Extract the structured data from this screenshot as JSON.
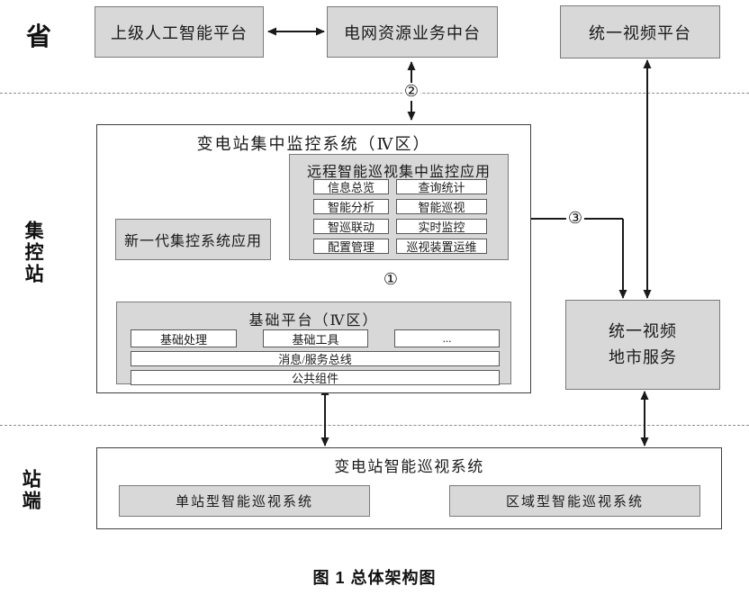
{
  "zones": {
    "province": "省",
    "control_station": "集控站",
    "station": "站端"
  },
  "top_row": {
    "ai_platform": "上级人工智能平台",
    "grid_middle_platform": "电网资源业务中台",
    "unified_video_platform": "统一视频平台"
  },
  "monitor_system": {
    "title": "变电站集中监控系统（Ⅳ区）",
    "patrol_app": {
      "title": "远程智能巡视集中监控应用",
      "modules": [
        "信息总览",
        "查询统计",
        "智能分析",
        "智能巡视",
        "智巡联动",
        "实时监控",
        "配置管理",
        "巡视装置运维"
      ]
    },
    "next_gen_app": "新一代集控系统应用",
    "base_platform": {
      "title": "基础平台（Ⅳ区）",
      "modules": [
        "基础处理",
        "基础工具",
        "..."
      ],
      "bus": "消息/服务总线",
      "common_components": "公共组件"
    }
  },
  "video_city_service": {
    "line1": "统一视频",
    "line2": "地市服务"
  },
  "station_system": {
    "title": "变电站智能巡视系统",
    "single_station": "单站型智能巡视系统",
    "regional": "区域型智能巡视系统"
  },
  "connectors": {
    "one": "①",
    "two": "②",
    "three": "③"
  },
  "caption": "图 1 总体架构图",
  "colors": {
    "box_fill": "#d8d8d8",
    "box_border": "#7a7a7a",
    "outer_border": "#3f3f3f",
    "line": "#1a1a1a",
    "dash": "#8c8c8c"
  }
}
